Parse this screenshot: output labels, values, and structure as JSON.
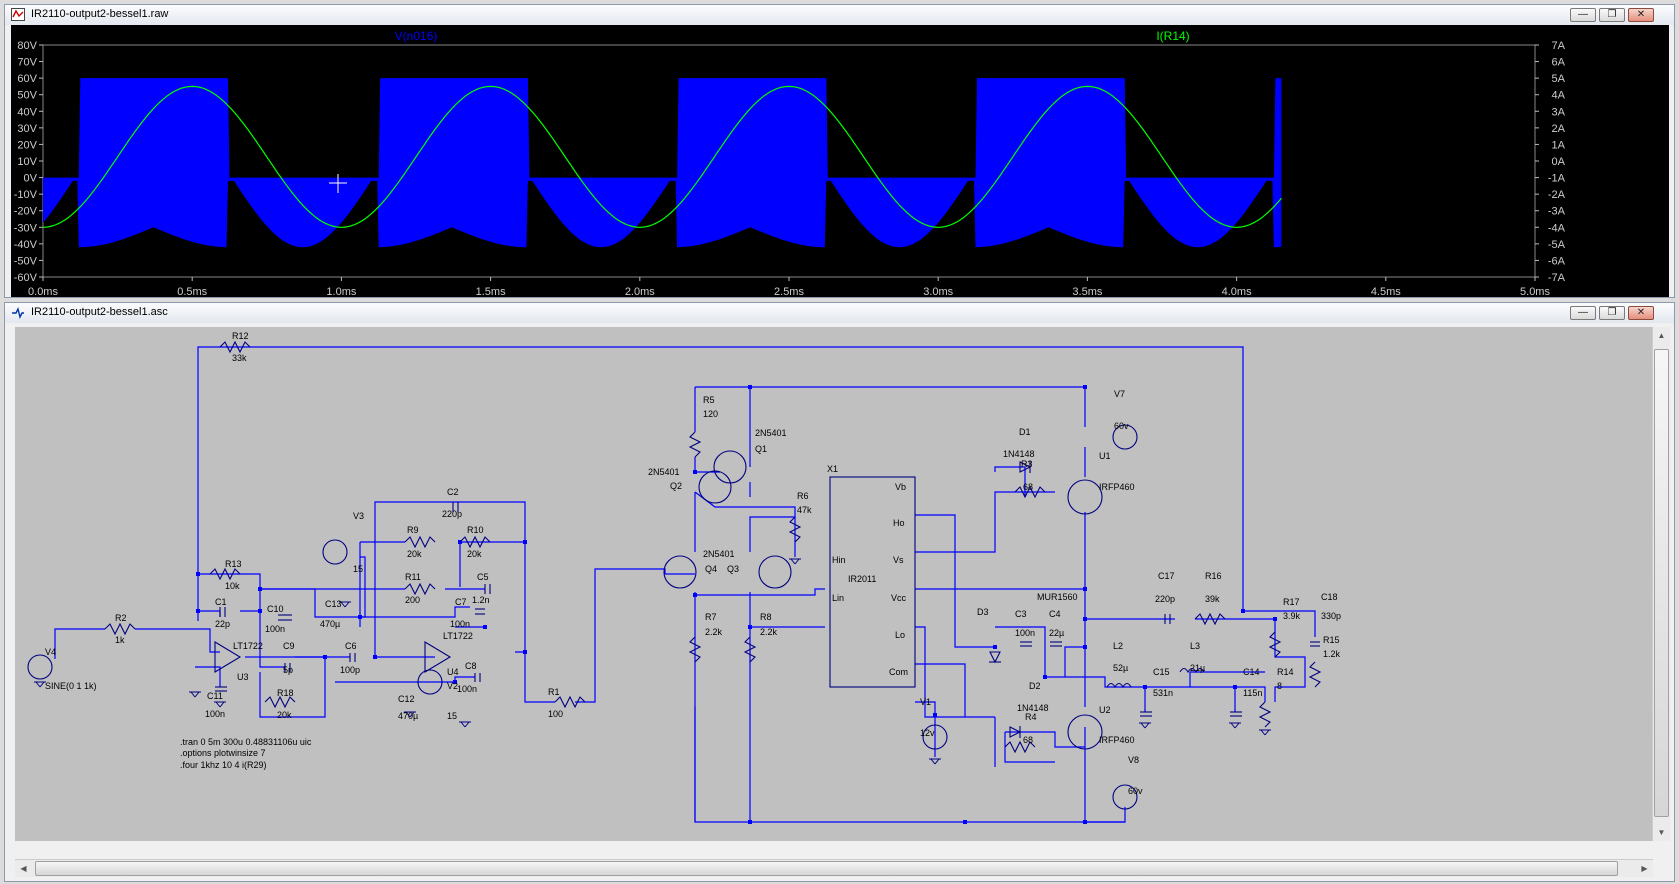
{
  "waveform_window": {
    "title": "IR2110-output2-bessel1.raw",
    "controls": {
      "minimize": "—",
      "restore": "❐",
      "close": "✕"
    },
    "traces": [
      {
        "name": "V(n016)",
        "color": "#0000ff"
      },
      {
        "name": "I(R14)",
        "color": "#00ff00"
      }
    ],
    "left_axis_ticks": [
      "80V",
      "70V",
      "60V",
      "50V",
      "40V",
      "30V",
      "20V",
      "10V",
      "0V",
      "-10V",
      "-20V",
      "-30V",
      "-40V",
      "-50V",
      "-60V"
    ],
    "right_axis_ticks": [
      "7A",
      "6A",
      "5A",
      "4A",
      "3A",
      "2A",
      "1A",
      "0A",
      "-1A",
      "-2A",
      "-3A",
      "-4A",
      "-5A",
      "-6A",
      "-7A"
    ],
    "x_axis_ticks": [
      "0.0ms",
      "0.5ms",
      "1.0ms",
      "1.5ms",
      "2.0ms",
      "2.5ms",
      "3.0ms",
      "3.5ms",
      "4.0ms",
      "4.5ms",
      "5.0ms"
    ]
  },
  "chart_data": {
    "type": "line",
    "xlabel": "",
    "ylabel": "",
    "xlim_ms": [
      0,
      5
    ],
    "ylim_left_V": [
      -65,
      85
    ],
    "ylim_right_A": [
      -7.5,
      7.5
    ],
    "series": [
      {
        "name": "V(n016)",
        "axis": "left",
        "description_values": {
          "pwm_high_V": 60,
          "pwm_low_V": 0,
          "envelope_min_V": -42,
          "end_ms": 4.15
        }
      },
      {
        "name": "I(R14)",
        "axis": "right",
        "frequency_khz": 1,
        "x_ms": [
          0,
          0.1,
          0.25,
          0.5,
          0.75,
          1.0,
          1.25,
          1.5,
          1.75,
          2.0,
          2.25,
          2.5,
          2.75,
          3.0,
          3.25,
          3.5,
          3.75,
          4.0,
          4.15
        ],
        "y_A": [
          -4.4,
          -3.2,
          0.5,
          4.5,
          0.5,
          -4.0,
          0.5,
          4.5,
          0.5,
          -4.0,
          0.5,
          4.5,
          0.5,
          -4.0,
          0.5,
          4.5,
          0.5,
          -4.0,
          -2.1
        ]
      }
    ]
  },
  "schematic_window": {
    "title": "IR2110-output2-bessel1.asc",
    "controls": {
      "minimize": "—",
      "restore": "❐",
      "close": "✕"
    },
    "labels": {
      "R12": "R12",
      "R12v": "33k",
      "R13": "R13",
      "R13v": "10k",
      "C1": "C1",
      "C1v": "22p",
      "C10": "C10",
      "C10v": "100n",
      "C13": "C13",
      "C13v": "470µ",
      "V3": "V3",
      "V3v": "15",
      "R9": "R9",
      "R9v": "20k",
      "R10": "R10",
      "R10v": "20k",
      "C2": "C2",
      "C2v": "220p",
      "R11": "R11",
      "R11v": "200",
      "C5": "C5",
      "C5v": "1.2n",
      "C7": "C7",
      "C7v": "100n",
      "LT1722a": "LT1722",
      "LT1722b": "LT1722",
      "U3": "U3",
      "U4": "U4",
      "C9": "C9",
      "C9v": "5p",
      "C6": "C6",
      "C6v": "100p",
      "C8": "C8",
      "C8v": "100n",
      "R18": "R18",
      "R18v": "20k",
      "C11": "C11",
      "C11v": "100n",
      "C12": "C12",
      "C12v": "470µ",
      "V2": "V2",
      "V2v": "15",
      "R2": "R2",
      "R2v": "1k",
      "V4": "V4",
      "V4v": "SINE(0 1 1k)",
      "R1": "R1",
      "R1v": "100",
      "R5": "R5",
      "R5v": "120",
      "Q1t": "2N5401",
      "Q1": "Q1",
      "Q2t": "2N5401",
      "Q2": "Q2",
      "Q34t": "2N5401",
      "Q4": "Q4",
      "Q3": "Q3",
      "R6": "R6",
      "R6v": "47k",
      "R7": "R7",
      "R7v": "2.2k",
      "R8": "R8",
      "R8v": "2.2k",
      "X1": "X1",
      "IR": "IR2011",
      "Vb": "Vb",
      "Ho": "Ho",
      "Vs": "Vs",
      "Hin": "Hin",
      "Lin": "Lin",
      "Vcc": "Vcc",
      "Lo": "Lo",
      "Com": "Com",
      "V1": "V1",
      "V1v": "12v",
      "D1": "D1",
      "D1v": "1N4148",
      "R3": "R3",
      "R3v": "68",
      "U1": "U1",
      "U1v": "IRFP460",
      "V7": "V7",
      "V7v": "60v",
      "D2": "D2",
      "D2v": "1N4148",
      "R4": "R4",
      "R4v": "68",
      "U2": "U2",
      "U2v": "IRFP460",
      "V8": "V8",
      "V8v": "60v",
      "D3": "D3",
      "MUR": "MUR1560",
      "C3": "C3",
      "C3v": "100n",
      "C4": "C4",
      "C4v": "22µ",
      "C17": "C17",
      "C17v": "220p",
      "R16": "R16",
      "R16v": "39k",
      "R17": "R17",
      "R17v": "3.9k",
      "C18": "C18",
      "C18v": "330p",
      "R15": "R15",
      "R15v": "1.2k",
      "L2": "L2",
      "L2v": "52µ",
      "L3": "L3",
      "L3v": "21µ",
      "C15": "C15",
      "C15v": "531n",
      "C14": "C14",
      "C14v": "115n",
      "R14": "R14",
      "R14v": "8"
    },
    "directives": [
      ".tran 0 5m 300u 0.48831106u uic",
      ".options plotwinsize 7",
      ".four 1khz 10 4 i(R29)"
    ],
    "colors": {
      "wire": "#0000ff",
      "component": "#000080",
      "background": "#c0c0c0"
    }
  }
}
